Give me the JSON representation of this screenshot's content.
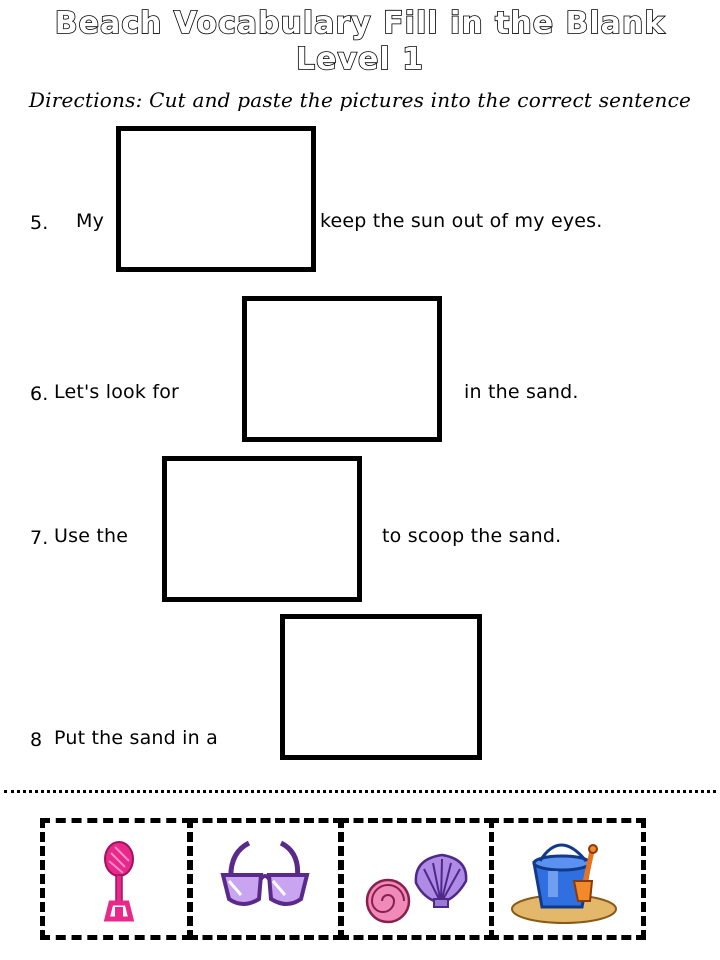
{
  "header": {
    "title_line1": "Beach Vocabulary Fill in the Blank",
    "title_line2": "Level 1"
  },
  "directions": "Directions: Cut and paste the pictures into the correct sentence",
  "sentences": [
    {
      "number": "5.",
      "before": "My",
      "after": "keep the sun out of my eyes."
    },
    {
      "number": "6.",
      "before": "Let's look for",
      "after": "in the sand."
    },
    {
      "number": "7.",
      "before": "Use the",
      "after": "to scoop the sand."
    },
    {
      "number": "8",
      "before": "Put the sand in a",
      "after": ""
    }
  ],
  "pictures": [
    {
      "icon": "shovel-icon",
      "color": "#e8298b"
    },
    {
      "icon": "sunglasses-icon",
      "color": "#9b4fd6"
    },
    {
      "icon": "seashells-icon",
      "color": "#e07aa8"
    },
    {
      "icon": "bucket-icon",
      "color": "#2f6fe0"
    }
  ]
}
